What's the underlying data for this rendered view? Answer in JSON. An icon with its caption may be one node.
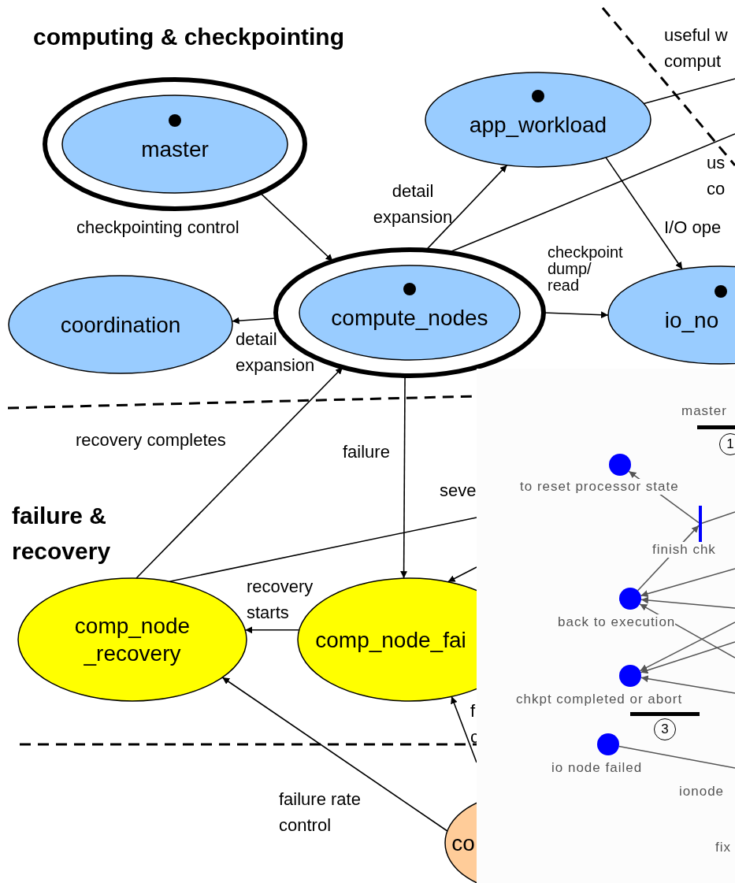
{
  "diagram": {
    "title": "computing & checkpointing",
    "nodes": [
      {
        "text": [
          "master"
        ]
      },
      {
        "text": [
          "app_workload"
        ]
      },
      {
        "text": [
          "coordination"
        ]
      },
      {
        "text": [
          "compute_nodes"
        ]
      },
      {
        "text": [
          "io_no"
        ]
      },
      {
        "text": [
          "comp_node _recovery"
        ]
      },
      {
        "text": [
          "comp_node_fai"
        ]
      },
      {
        "text": [
          "co"
        ]
      },
      {
        "text": [],
        "shape": "circle",
        "beside": [
          "to reset processor state"
        ]
      },
      {
        "text": [],
        "shape": "bar",
        "beside": [
          "finish chk"
        ]
      },
      {
        "text": [],
        "shape": "circle",
        "beside": [
          "back to execution"
        ]
      },
      {
        "text": [],
        "shape": "circle",
        "beside": [
          "chkpt completed or abort"
        ]
      },
      {
        "text": [],
        "shape": "circle",
        "beside": [
          "io node failed"
        ]
      }
    ],
    "edges": [
      {
        "from": 0,
        "to": 3,
        "arrow": "to",
        "label": "checkpointing control"
      },
      {
        "from": 3,
        "to": 1,
        "arrow": "to",
        "label": "detail expansion"
      },
      {
        "from": 3,
        "to": 2,
        "arrow": "to",
        "label": "detail expansion"
      },
      {
        "from": 3,
        "to": 4,
        "arrow": "to",
        "label": "checkpoint dump/ read"
      },
      {
        "from": 1,
        "to": 4,
        "arrow": "to",
        "label": "I/O ope"
      },
      {
        "from": 1,
        "to": null,
        "arrow": "none",
        "label": "useful w comput"
      },
      {
        "from": 3,
        "to": null,
        "arrow": "none",
        "label": "us co"
      },
      {
        "from": 3,
        "to": 6,
        "arrow": "to",
        "label": "failure"
      },
      {
        "from": 6,
        "to": 5,
        "arrow": "to",
        "label": "recovery starts"
      },
      {
        "from": 5,
        "to": 3,
        "arrow": "to",
        "label": "recovery completes"
      },
      {
        "from": 5,
        "to": null,
        "arrow": "none",
        "label": "seve"
      },
      {
        "from": null,
        "to": 6,
        "arrow": "to"
      },
      {
        "from": null,
        "to": 6,
        "arrow": "to",
        "label": "f c"
      },
      {
        "from": 7,
        "to": 5,
        "arrow": "to",
        "label": "failure rate control"
      },
      {
        "from": 10,
        "to": 9,
        "arrow": "to",
        "color": "#555555"
      },
      {
        "from": 9,
        "to": 8,
        "arrow": "to",
        "color": "#555555"
      },
      {
        "from": 9,
        "to": null,
        "arrow": "none",
        "color": "#555555"
      },
      {
        "from": null,
        "to": 10,
        "arrow": "to",
        "color": "#555555"
      },
      {
        "from": null,
        "to": 10,
        "arrow": "to",
        "color": "#555555"
      },
      {
        "from": null,
        "to": 10,
        "arrow": "to",
        "color": "#555555"
      },
      {
        "from": null,
        "to": 11,
        "arrow": "to",
        "color": "#555555"
      },
      {
        "from": null,
        "to": 11,
        "arrow": "to",
        "color": "#555555"
      },
      {
        "from": null,
        "to": 11,
        "arrow": "to",
        "color": "#555555"
      },
      {
        "from": 12,
        "to": null,
        "arrow": "none",
        "color": "#555555"
      }
    ],
    "labels": [
      "failure & recovery",
      "master",
      "1",
      "3",
      "ionode",
      "fix"
    ]
  }
}
